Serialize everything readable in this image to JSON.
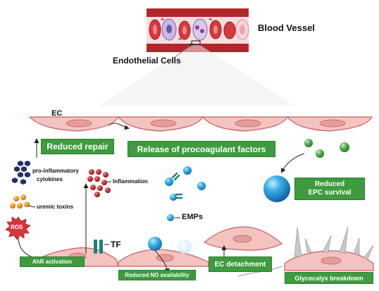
{
  "labels": {
    "blood_vessel": "Blood Vessel",
    "endothelial_cells": "Endothelial Cells",
    "ec": "EC",
    "pro_inflammatory": "pro-inflammatory",
    "cytokines": "cytokines",
    "uremic_toxins": "uremic toxins",
    "inflammation": "Inflammation",
    "ros": "ROS",
    "tf": "TF",
    "emps": "EMPs"
  },
  "boxes": {
    "reduced_repair": "Reduced repair",
    "release_procoagulant": "Release of procoagulant factors",
    "reduced_epc_line1": "Reduced",
    "reduced_epc_line2": "EPC survival",
    "ahr_activation": "AhR activation",
    "reduced_no": "Reduced NO availability",
    "ec_detachment": "EC detachment",
    "glycocalyx": "Glycocalyx breakdown"
  },
  "colors": {
    "box_green": "#3e9b3e",
    "cell_fill": "#f2c3c1",
    "cell_stroke": "#c9605e",
    "vessel_red": "#b3262b",
    "ros_red": "#d9343c",
    "cytokine_navy": "#25306b",
    "toxin_orange": "#eb9a1e",
    "inflammation_red": "#b72e32",
    "emp_blue": "#2aa3d6",
    "tf_teal": "#1c7f78",
    "epc_green": "#46a84a"
  }
}
